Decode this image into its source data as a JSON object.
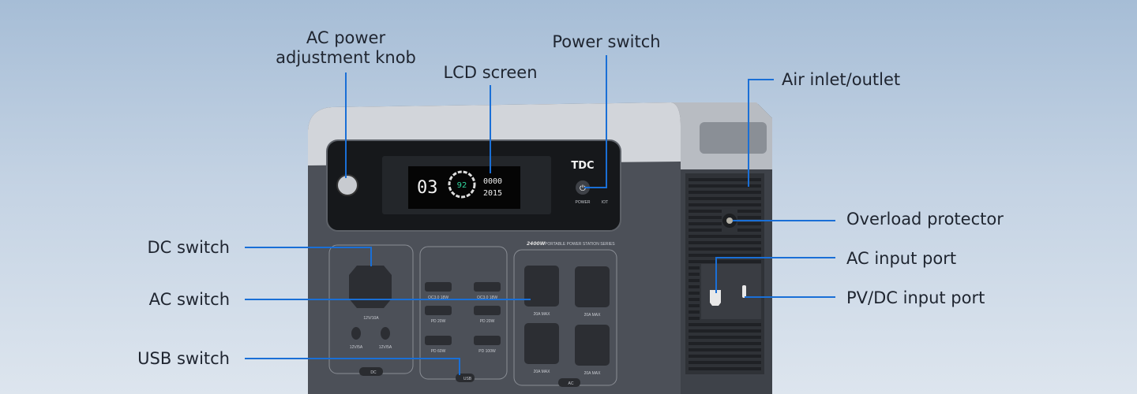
{
  "callouts": {
    "knob": [
      "AC power",
      "adjustment knob"
    ],
    "lcd": "LCD screen",
    "power_switch": "Power switch",
    "air": "Air inlet/outlet",
    "overload": "Overload protector",
    "ac_input": "AC input port",
    "pv_input": "PV/DC input port",
    "dc_switch": "DC switch",
    "ac_switch": "AC switch",
    "usb_switch": "USB switch"
  },
  "device": {
    "brand": "TDC",
    "model_text": "2400W",
    "series_text": "PORTABLE POWER STATION SERIES",
    "power_label": "POWER",
    "iot_label": "IOT",
    "lcd": {
      "left_value": "03",
      "battery_percent": "92",
      "right_top": "0000",
      "right_bottom": "2015"
    },
    "dc_panel": {
      "label": "DC",
      "car_port": "12V/10A",
      "small_ports": [
        "12V/5A",
        "12V/5A"
      ]
    },
    "usb_panel": {
      "label": "USB",
      "ports": [
        "QC3.0 18W",
        "QC3.0 18W",
        "PD 20W",
        "PD 20W",
        "PD 60W",
        "PD 100W"
      ]
    },
    "ac_panel": {
      "label": "AC",
      "outlets": [
        "20A MAX",
        "20A MAX",
        "20A MAX",
        "20A MAX"
      ]
    }
  },
  "colors": {
    "callout_line": "#1a6fd6",
    "body": "#4a4e57",
    "cap": "#c9ccd1"
  }
}
